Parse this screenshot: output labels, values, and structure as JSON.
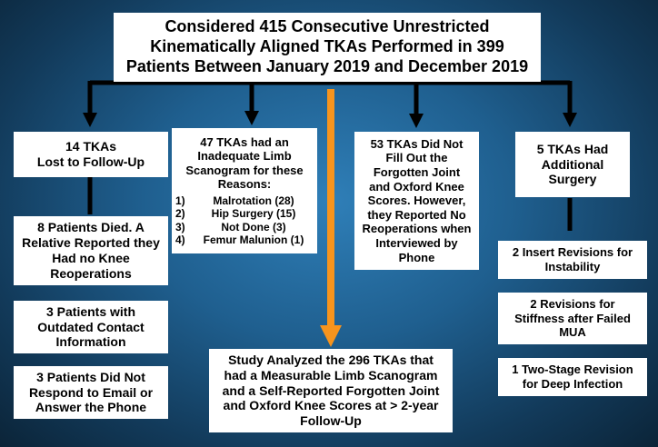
{
  "header": {
    "lines": [
      "Considered 415 Consecutive Unrestricted",
      "Kinematically Aligned TKAs Performed in 399",
      "Patients Between January 2019 and December 2019"
    ]
  },
  "lost_followup": {
    "title_lines": [
      "14 TKAs",
      "Lost to Follow-Up"
    ],
    "items": [
      {
        "lines": [
          "8 Patients Died. A",
          "Relative Reported they",
          "Had no Knee",
          "Reoperations"
        ]
      },
      {
        "lines": [
          "3 Patients with",
          "Outdated Contact",
          "Information"
        ]
      },
      {
        "lines": [
          "3 Patients Did Not",
          "Respond to Email or",
          "Answer the Phone"
        ]
      }
    ]
  },
  "inadequate_scanogram": {
    "title_lines": [
      "47 TKAs had an",
      "Inadequate Limb",
      "Scanogram for these",
      "Reasons:"
    ],
    "reasons": [
      {
        "num": "1)",
        "text": "Malrotation (28)"
      },
      {
        "num": "2)",
        "text": "Hip Surgery (15)"
      },
      {
        "num": "3)",
        "text": "Not Done (3)"
      },
      {
        "num": "4)",
        "text": "Femur Malunion (1)"
      }
    ]
  },
  "no_scores": {
    "lines": [
      "53 TKAs Did Not",
      "Fill Out the",
      "Forgotten Joint",
      "and Oxford Knee",
      "Scores. However,",
      "they Reported No",
      "Reoperations when",
      "Interviewed by",
      "Phone"
    ]
  },
  "additional_surgery": {
    "title_lines": [
      "5 TKAs Had",
      "Additional",
      "Surgery"
    ],
    "items": [
      {
        "lines": [
          "2 Insert Revisions for",
          "Instability"
        ]
      },
      {
        "lines": [
          "2 Revisions for",
          "Stiffness after Failed",
          "MUA"
        ]
      },
      {
        "lines": [
          "1 Two-Stage Revision",
          "for Deep Infection"
        ]
      }
    ]
  },
  "study": {
    "lines": [
      "Study Analyzed the 296 TKAs that",
      "had a Measurable Limb Scanogram",
      "and a Self-Reported Forgotten Joint",
      "and Oxford Knee Scores at > 2-year",
      "Follow-Up"
    ]
  },
  "colors": {
    "background": "#1f5f8f",
    "box": "#ffffff",
    "arrow": "#000000",
    "main_arrow": "#f7941d"
  }
}
